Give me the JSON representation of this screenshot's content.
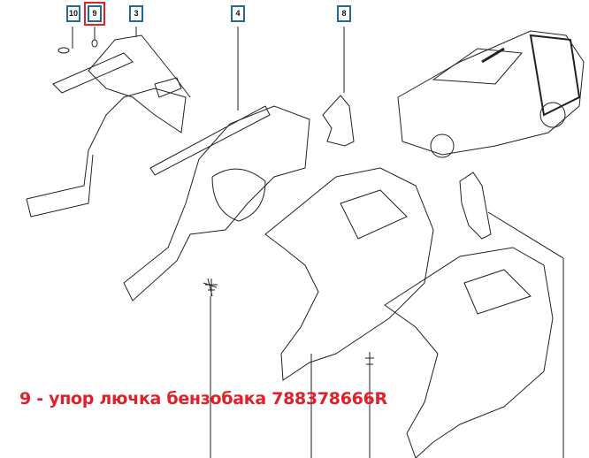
{
  "callouts": [
    {
      "id": "10",
      "label": "10"
    },
    {
      "id": "9",
      "label": "9",
      "highlighted": true
    },
    {
      "id": "3",
      "label": "3"
    },
    {
      "id": "4",
      "label": "4"
    },
    {
      "id": "8",
      "label": "8"
    }
  ],
  "caption": "9 - упор лючка бензобака 788378666R",
  "colors": {
    "callout_border": "#1f6b94",
    "highlight": "#e0202a",
    "caption": "#e0202a",
    "lines": "#222222"
  }
}
